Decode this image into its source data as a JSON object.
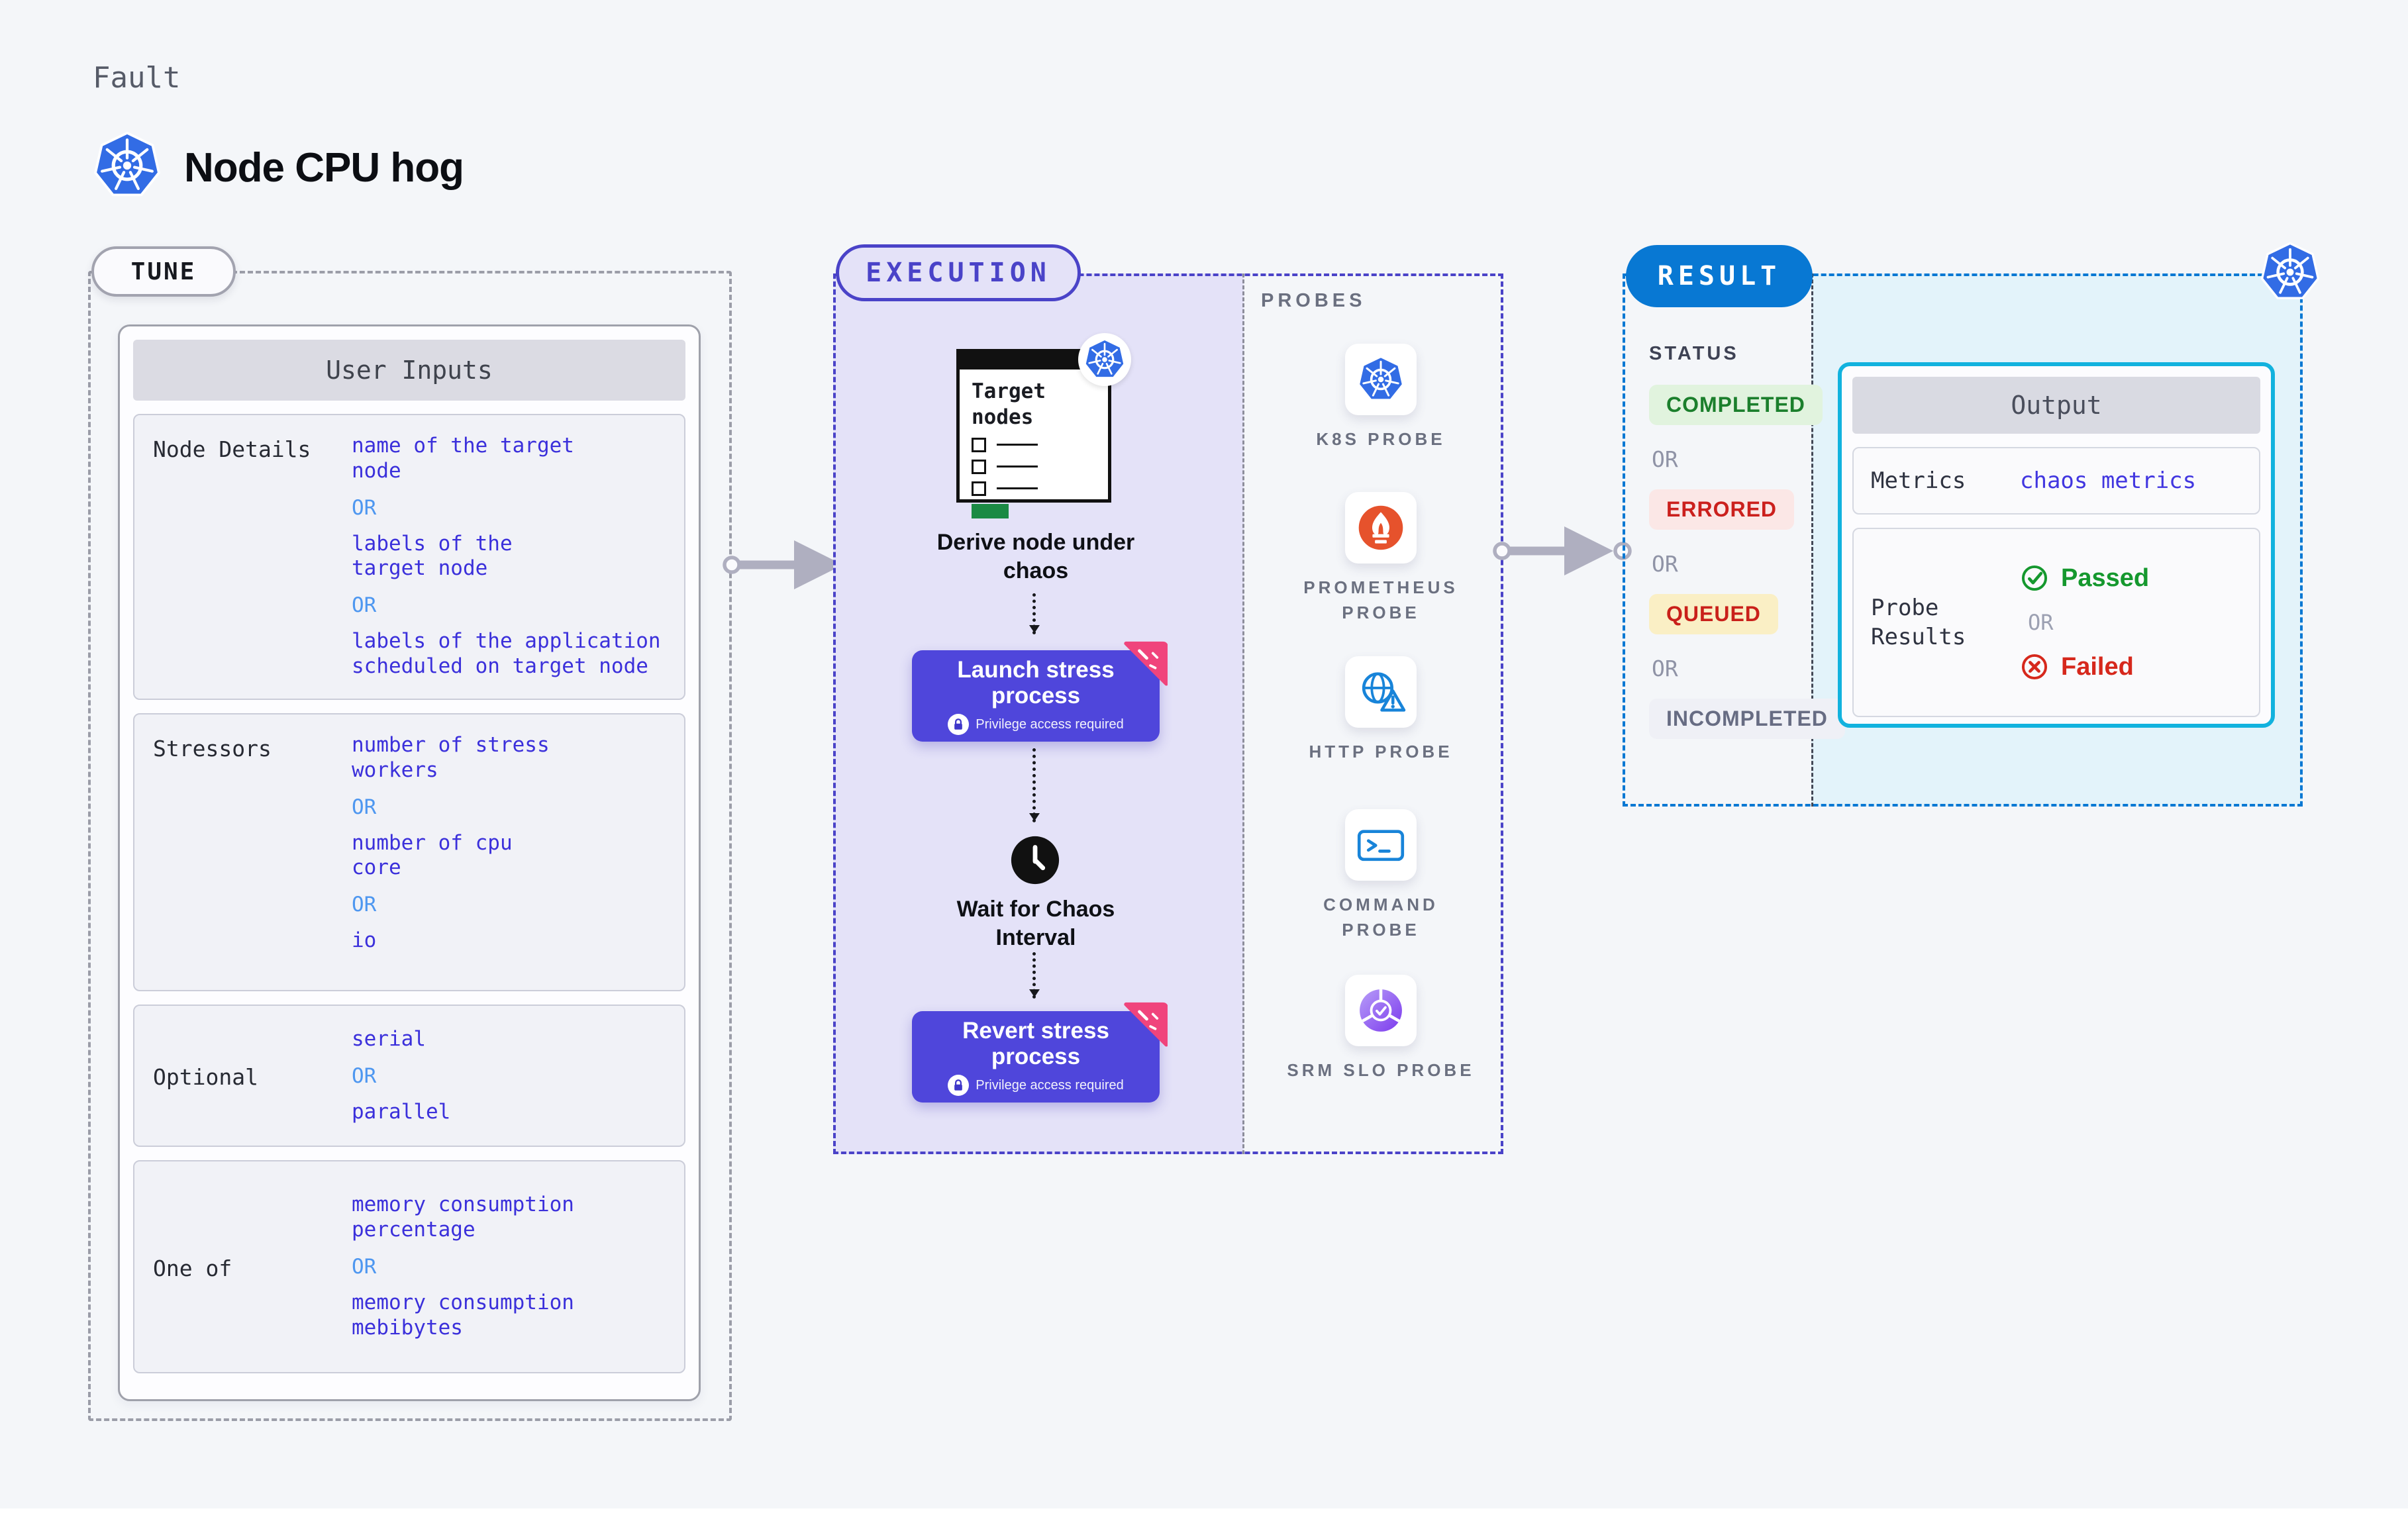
{
  "header": {
    "category_label": "Fault",
    "title": "Node CPU hog"
  },
  "tune": {
    "badge": "TUNE",
    "panel_title": "User Inputs",
    "or_label": "OR",
    "rows": [
      {
        "label": "Node Details",
        "options": [
          "name of the target\nnode",
          "labels of the\ntarget node",
          "labels of the application\nscheduled on target node"
        ]
      },
      {
        "label": "Stressors",
        "options": [
          "number of stress\nworkers",
          "number of cpu\ncore",
          "io"
        ]
      },
      {
        "label": "Optional",
        "options": [
          "serial",
          "parallel"
        ]
      },
      {
        "label": "One of",
        "options": [
          "memory consumption\npercentage",
          "memory consumption\nmebibytes"
        ]
      }
    ]
  },
  "execution": {
    "badge": "EXECUTION",
    "window_title": "Target\nnodes",
    "derive_step": "Derive node under chaos",
    "launch_step": "Launch stress process",
    "wait_step": "Wait for Chaos Interval",
    "revert_step": "Revert stress process",
    "privilege_note": "Privilege access required"
  },
  "probes": {
    "title": "PROBES",
    "items": [
      {
        "label": "K8S PROBE",
        "icon": "kubernetes-icon"
      },
      {
        "label": "PROMETHEUS PROBE",
        "icon": "prometheus-icon"
      },
      {
        "label": "HTTP PROBE",
        "icon": "http-globe-warning-icon"
      },
      {
        "label": "COMMAND PROBE",
        "icon": "terminal-icon"
      },
      {
        "label": "SRM SLO PROBE",
        "icon": "slo-gauge-icon"
      }
    ]
  },
  "result": {
    "badge": "RESULT",
    "status_heading": "STATUS",
    "or_label": "OR",
    "statuses": [
      {
        "label": "COMPLETED",
        "text_color": "#1B7F2C",
        "bg_color": "#E1F3DE"
      },
      {
        "label": "ERRORED",
        "text_color": "#CB201D",
        "bg_color": "#FBE7E6"
      },
      {
        "label": "QUEUED",
        "text_color": "#C9201A",
        "bg_color": "#FAEFC5"
      },
      {
        "label": "INCOMPLETED",
        "text_color": "#676C83",
        "bg_color": "#EFF0F6"
      }
    ],
    "output": {
      "title": "Output",
      "metrics_label": "Metrics",
      "metrics_value": "chaos metrics",
      "probe_results_label": "Probe\nResults",
      "passed_label": "Passed",
      "or_label": "OR",
      "failed_label": "Failed"
    }
  },
  "colors": {
    "page_bg": "#F4F6F9",
    "execution_accent": "#4A43C8",
    "execution_fill": "#E4E2F8",
    "process_button": "#4F46DB",
    "ribbon_pink": "#F0447C",
    "result_blue": "#0878D3",
    "result_fill": "#E3F3FA",
    "output_border": "#12B2DE",
    "option_indigo": "#3B30DB",
    "or_blue": "#4E97F0",
    "passed_green": "#15982E",
    "failed_red": "#D6281C",
    "kubernetes_blue": "#326CE5",
    "prometheus_orange": "#E6522C",
    "arrow_gray": "#AFAFC0"
  }
}
